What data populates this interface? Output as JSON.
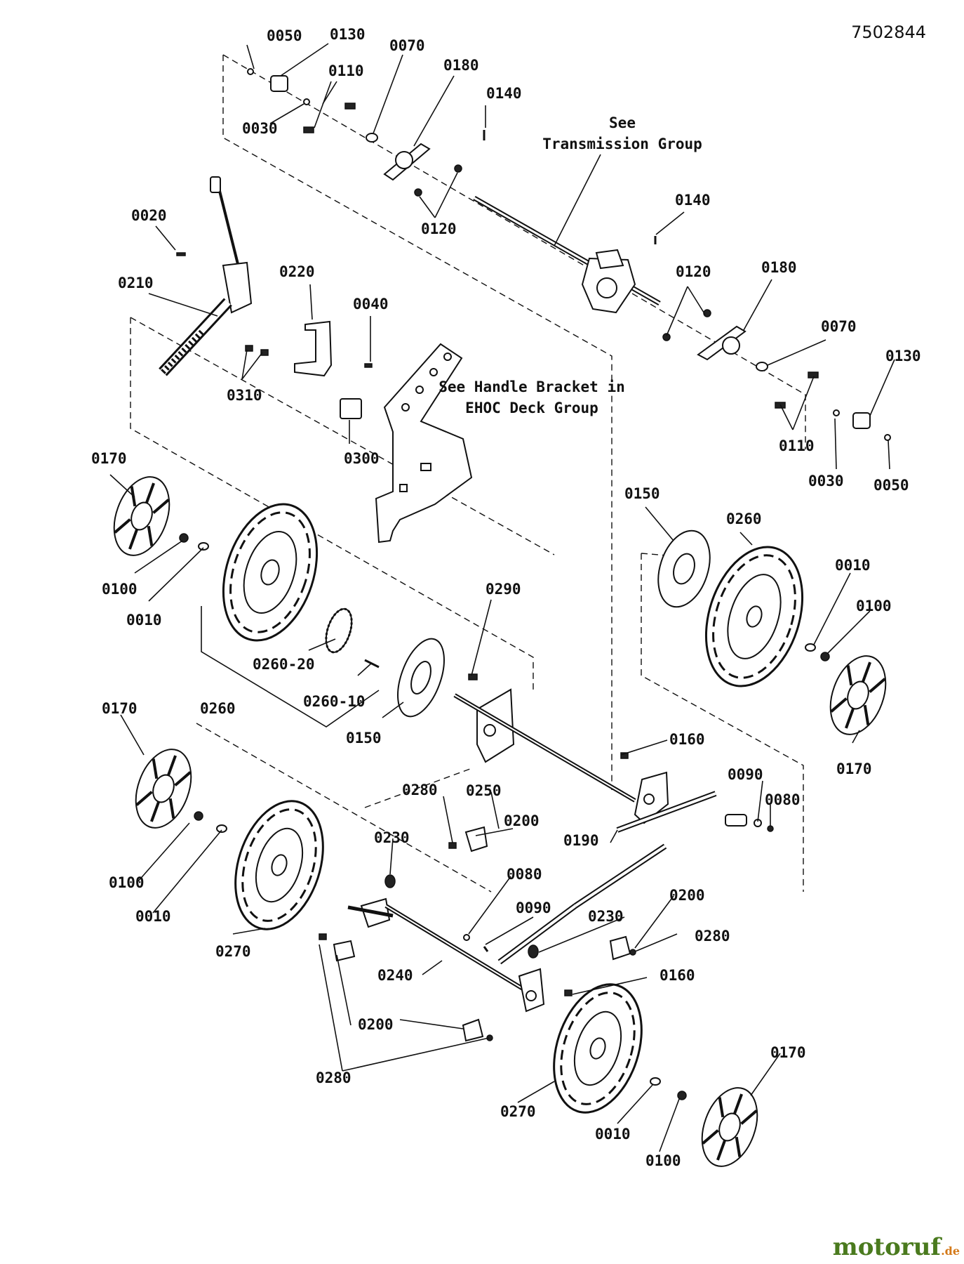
{
  "document_number": "7502844",
  "notes": {
    "transmission": [
      "See",
      "Transmission Group"
    ],
    "handle_bracket": [
      "See Handle Bracket in",
      "EHOC Deck Group"
    ]
  },
  "part_labels": [
    "0050",
    "0130",
    "0070",
    "0110",
    "0180",
    "0030",
    "0140",
    "0120",
    "0020",
    "0140",
    "0210",
    "0220",
    "0040",
    "0120",
    "0180",
    "0070",
    "0310",
    "0300",
    "0130",
    "0110",
    "0030",
    "0050",
    "0170",
    "0150",
    "0260",
    "0010",
    "0100",
    "0100",
    "0010",
    "0290",
    "0260-20",
    "0260-10",
    "0260",
    "0150",
    "0170",
    "0170",
    "0160",
    "0280",
    "0200",
    "0250",
    "0090",
    "0080",
    "0230",
    "0190",
    "0080",
    "0100",
    "0090",
    "0010",
    "0200",
    "0230",
    "0280",
    "0270",
    "0240",
    "0160",
    "0200",
    "0280",
    "0170",
    "0270",
    "0010",
    "0100"
  ],
  "watermark": {
    "brand": "motoruf",
    "domain": ".de"
  },
  "colors": {
    "line": "#111111",
    "background": "#ffffff",
    "brand_green": "#4a7a1e",
    "brand_orange": "#d47a1a"
  }
}
